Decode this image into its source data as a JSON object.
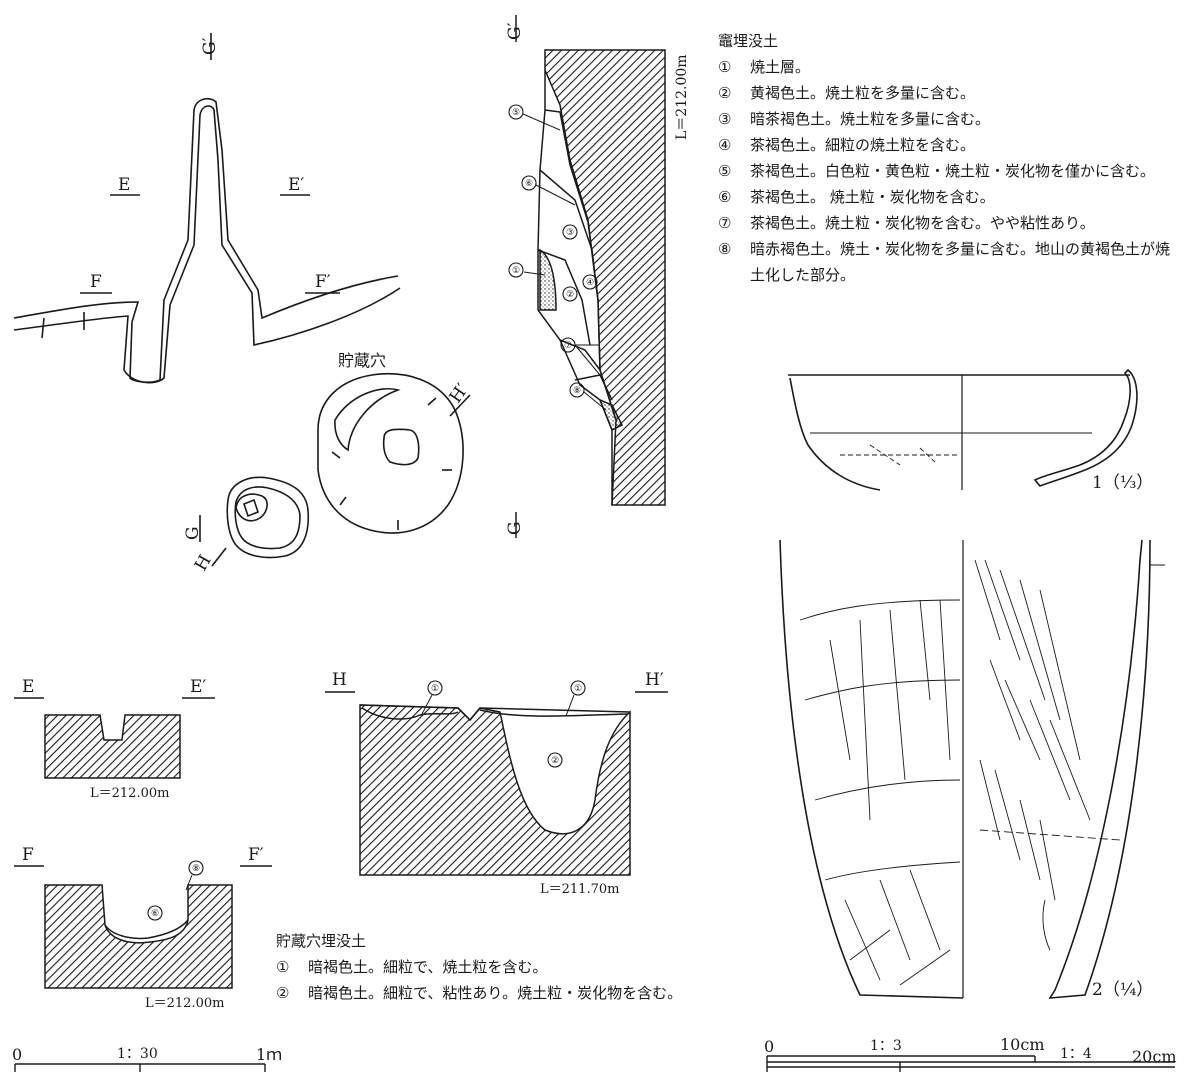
{
  "plan": {
    "label_G": "G",
    "label_G_prime": "G′",
    "label_E": "E",
    "label_E_prime": "E′",
    "label_F": "F",
    "label_F_prime": "F′",
    "label_H": "H",
    "label_H_prime": "H′",
    "pit_label": "貯蔵穴"
  },
  "section_gg": {
    "top_label": "G′",
    "bottom_label": "G",
    "level": "L＝212.00m",
    "layers": [
      "⑤",
      "⑥",
      "③",
      "①",
      "②",
      "④",
      "⑦",
      "⑧"
    ]
  },
  "section_ee": {
    "left": "E",
    "right": "E′",
    "level": "L＝212.00m"
  },
  "section_ff": {
    "left": "F",
    "right": "F′",
    "level": "L＝212.00m",
    "layers": [
      "⑧",
      "⑥"
    ]
  },
  "section_hh": {
    "left": "H",
    "right": "H′",
    "level": "L＝211.70m",
    "layers": [
      "①",
      "①",
      "②"
    ]
  },
  "legend_kamado": {
    "title": "竈埋没土",
    "items": [
      {
        "num": "①",
        "text": "焼土層。"
      },
      {
        "num": "②",
        "text": "黄褐色土。焼土粒を多量に含む。"
      },
      {
        "num": "③",
        "text": "暗茶褐色土。焼土粒を多量に含む。"
      },
      {
        "num": "④",
        "text": "茶褐色土。細粒の焼土粒を含む。"
      },
      {
        "num": "⑤",
        "text": "茶褐色土。白色粒・黄色粒・焼土粒・炭化物を僅かに含む。"
      },
      {
        "num": "⑥",
        "text": "茶褐色土。 焼土粒・炭化物を含む。"
      },
      {
        "num": "⑦",
        "text": "茶褐色土。焼土粒・炭化物を含む。やや粘性あり。"
      },
      {
        "num": "⑧",
        "text": "暗赤褐色土。焼土・炭化物を多量に含む。地山の黄褐色土が焼土化した部分。"
      }
    ]
  },
  "legend_pit": {
    "title": "貯蔵穴埋没土",
    "items": [
      {
        "num": "①",
        "text": "暗褐色土。細粒で、焼土粒を含む。"
      },
      {
        "num": "②",
        "text": "暗褐色土。細粒で、粘性あり。焼土粒・炭化物を含む。"
      }
    ]
  },
  "pottery": {
    "vessel1_label": "1（⅓）",
    "vessel2_label": "2（¼）"
  },
  "scales": {
    "left": {
      "zero": "0",
      "ratio": "1：30",
      "end": "1ｍ"
    },
    "right": {
      "zero": "0",
      "ratio1": "1：3",
      "end1": "10cm",
      "ratio2": "1：4",
      "end2": "20cm"
    }
  }
}
